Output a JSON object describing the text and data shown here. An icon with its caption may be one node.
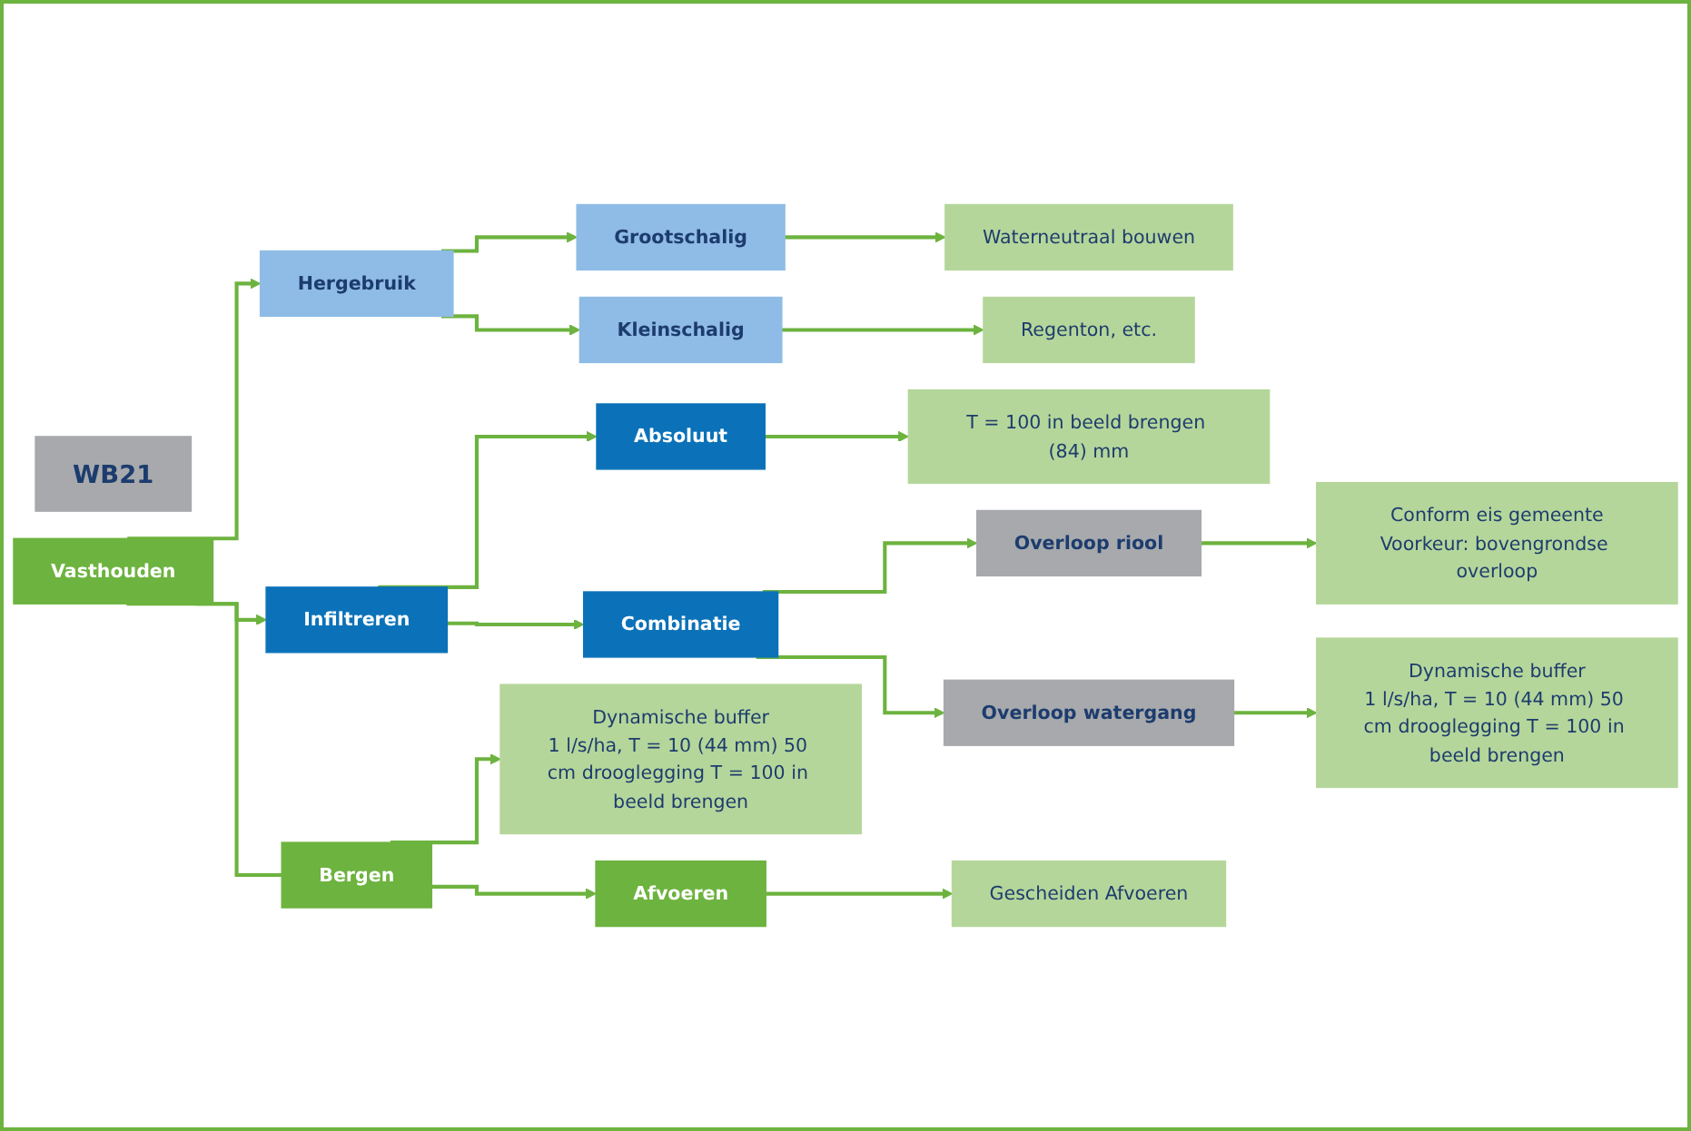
{
  "diagram": {
    "nodes": [
      {
        "text": [
          "WB21"
        ]
      },
      {
        "text": [
          "Vasthouden"
        ]
      },
      {
        "text": [
          "Hergebruik"
        ]
      },
      {
        "text": [
          "Grootschalig"
        ]
      },
      {
        "text": [
          "Waterneutraal bouwen"
        ]
      },
      {
        "text": [
          "Kleinschalig"
        ]
      },
      {
        "text": [
          "Regenton, etc."
        ]
      },
      {
        "text": [
          "Infiltreren"
        ]
      },
      {
        "text": [
          "Absoluut"
        ]
      },
      {
        "text": [
          "T = 100 in beeld brengen (84) mm"
        ]
      },
      {
        "text": [
          "Combinatie"
        ]
      },
      {
        "text": [
          "Overloop riool"
        ]
      },
      {
        "text": [
          "Conform eis gemeente",
          "Voorkeur: bovengrondse overloop"
        ]
      },
      {
        "text": [
          "Bergen"
        ]
      },
      {
        "text": [
          "Dynamische buffer",
          "1 l/s/ha, T = 10 (44 mm) 50 cm drooglegging T = 100 in beeld brengen"
        ]
      },
      {
        "text": [
          "Overloop watergang"
        ]
      },
      {
        "text": [
          "Dynamische buffer",
          "1 l/s/ha, T = 10 (44 mm) 50 cm drooglegging T = 100 in beeld brengen"
        ]
      },
      {
        "text": [
          "Afvoeren"
        ]
      },
      {
        "text": [
          "Gescheiden Afvoeren"
        ]
      }
    ],
    "edges": [
      {
        "from": 1,
        "to": 2,
        "arrow": "to"
      },
      {
        "from": 1,
        "to": 7,
        "arrow": "to"
      },
      {
        "from": 2,
        "to": 3,
        "arrow": "to"
      },
      {
        "from": 2,
        "to": 5,
        "arrow": "to"
      },
      {
        "from": 3,
        "to": 4,
        "arrow": "to"
      },
      {
        "from": 5,
        "to": 6,
        "arrow": "to"
      },
      {
        "from": 7,
        "to": 8,
        "arrow": "to"
      },
      {
        "from": 7,
        "to": 10,
        "arrow": "to"
      },
      {
        "from": 8,
        "to": 9,
        "arrow": "to"
      },
      {
        "from": 10,
        "to": 11,
        "arrow": "to"
      },
      {
        "from": 10,
        "to": 15,
        "arrow": "to"
      },
      {
        "from": 11,
        "to": 12,
        "arrow": "to"
      },
      {
        "from": 15,
        "to": 16,
        "arrow": "to"
      },
      {
        "from": 1,
        "to": 13,
        "arrow": "none"
      },
      {
        "from": 13,
        "to": 14,
        "arrow": "to"
      },
      {
        "from": 13,
        "to": 17,
        "arrow": "to"
      },
      {
        "from": 17,
        "to": 18,
        "arrow": "to"
      }
    ]
  }
}
